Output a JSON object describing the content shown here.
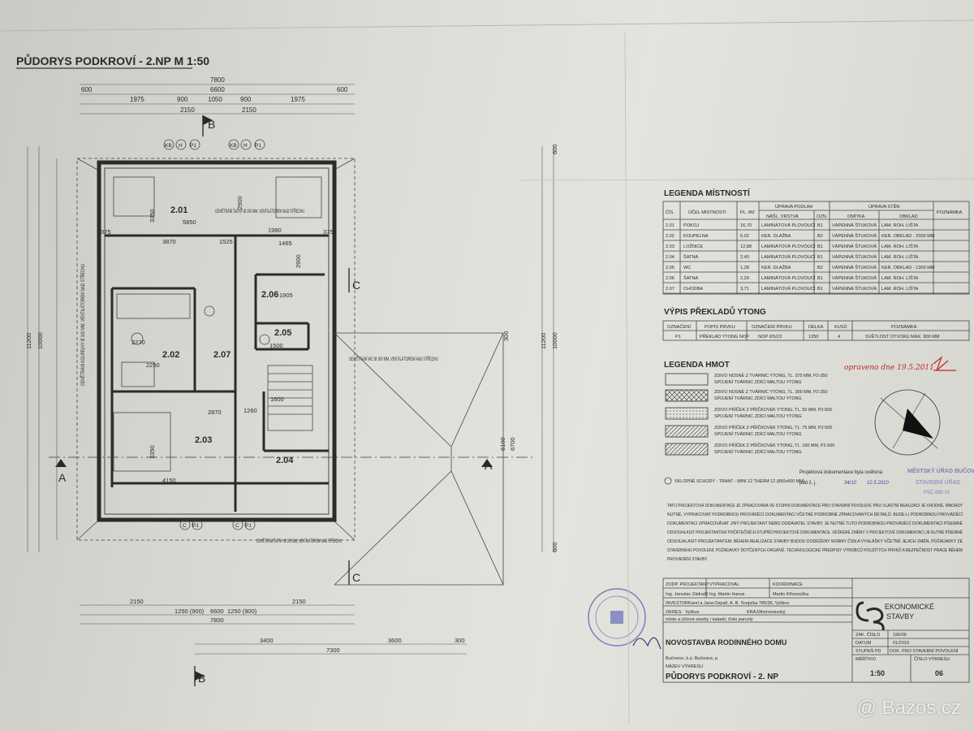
{
  "title": "PŮDORYS PODKROVÍ - 2.NP M 1:50",
  "rooms": [
    {
      "id": "2.01"
    },
    {
      "id": "2.02"
    },
    {
      "id": "2.03"
    },
    {
      "id": "2.04"
    },
    {
      "id": "2.05"
    },
    {
      "id": "2.06"
    },
    {
      "id": "2.07"
    }
  ],
  "section_marks": {
    "b": "B",
    "c": "C",
    "a": "A"
  },
  "top_dims": {
    "total": "7800",
    "inner": "6600",
    "left": "600",
    "right": "600",
    "row2": [
      "1975",
      "900",
      "1050",
      "900",
      "1975"
    ],
    "row3": [
      "2150",
      "2150"
    ]
  },
  "bottom_dims": {
    "row1": [
      "2150",
      "1250 (900)",
      "1250 (900)",
      "2150"
    ],
    "inner": "6600",
    "total": "7800",
    "row3": [
      "3400",
      "3600",
      "300"
    ],
    "ext": "7300"
  },
  "side_dims": {
    "left_a": "11200",
    "left_b": "10000",
    "right_a": "11200",
    "right_b": "10000",
    "right_c": "6100",
    "right_d": "6700",
    "r600a": "600",
    "r600b": "600",
    "r300": "300"
  },
  "inner_dims": [
    "3870",
    "1525",
    "1980",
    "1465",
    "5850",
    "375",
    "375",
    "2270",
    "2250",
    "2870",
    "4150",
    "1600",
    "1260",
    "1905",
    "1500",
    "3350",
    "3350",
    "2900",
    "2900"
  ],
  "window_tags": [
    "KB",
    "H",
    "P1",
    "KB",
    "H",
    "P1",
    "C",
    "P1",
    "C",
    "P1"
  ],
  "notes": {
    "sat_vent": "ODVĚTRÁNÍ ŠATNY Ø 100 MM, VENTILÁTOREM NAD STŘECHU",
    "wc_vent": "ODVĚTRÁNÍ WC Ø 100 MM, VENTILÁTOREM NAD STŘECHU",
    "bath_vent": "ODVĚTRÁNÍ KOUPELNY Ø 100 MM, VENTILÁTOREM NAD STŘECHU",
    "sat_vent2": "ODVĚTRÁNÍ ŠATNY Ø 100 MM, VENTILÁTOREM NAD STŘECHU"
  },
  "legend_rooms": {
    "heading": "LEGENDA MÍSTNOSTÍ",
    "h_no": "ČÍS.",
    "h_purpose": "ÚČEL MÍSTNOSTI",
    "h_area": "PL. M2",
    "h_floor": "ÚPRAVA PODLAH",
    "h_floor_a": "NÁŠL. VRSTVA",
    "h_floor_b": "OZN.",
    "h_wall": "ÚPRAVA STĚN",
    "h_wall_a": "OMÍTKA",
    "h_wall_b": "OBKLAD",
    "h_note": "POZNÁMKA",
    "rows": [
      [
        "2.01",
        "POKOJ",
        "16,70",
        "LAMINÁTOVÁ PLOVOUCÍ",
        "B1",
        "VÁPENNÁ ŠTUKOVÁ",
        "LAM. ROH. LIŠTA"
      ],
      [
        "2.02",
        "KOUPELNA",
        "6,02",
        "KER. DLAŽBA",
        "B2",
        "VÁPENNÁ ŠTUKOVÁ",
        "KER. OBKLAD - 2000 MM"
      ],
      [
        "2.03",
        "LOŽNICE",
        "12,88",
        "LAMINÁTOVÁ PLOVOUCÍ",
        "B1",
        "VÁPENNÁ ŠTUKOVÁ",
        "LAM. ROH. LIŠTA"
      ],
      [
        "2.04",
        "ŠATNA",
        "2,40",
        "LAMINÁTOVÁ PLOVOUCÍ",
        "B1",
        "VÁPENNÁ ŠTUKOVÁ",
        "LAM. ROH. LIŠTA"
      ],
      [
        "2.05",
        "WC",
        "1,28",
        "KER. DLAŽBA",
        "B2",
        "VÁPENNÁ ŠTUKOVÁ",
        "KER. OBKLAD - 1300 MM"
      ],
      [
        "2.06",
        "ŠATNA",
        "2,29",
        "LAMINÁTOVÁ PLOVOUCÍ",
        "B1",
        "VÁPENNÁ ŠTUKOVÁ",
        "LAM. ROH. LIŠTA"
      ],
      [
        "2.07",
        "CHODBA",
        "3,71",
        "LAMINÁTOVÁ PLOVOUCÍ",
        "B1",
        "VÁPENNÁ ŠTUKOVÁ",
        "LAM. ROH. LIŠTA"
      ]
    ]
  },
  "lintels": {
    "heading": "VÝPIS PŘEKLADŮ YTONG",
    "headers": [
      "OZNAČENÍ",
      "POPIS PRVKU",
      "OZNAČENÍ PRVKU",
      "DÉLKA",
      "KUSŮ",
      "POZNÁMKA"
    ],
    "row": [
      "P1",
      "PŘEKLAD YTONG NOP",
      "NOP II/5/23",
      "1250",
      "4",
      "SVĚTLOST OTVORU MAX. 900 MM"
    ]
  },
  "materials": {
    "heading": "LEGENDA HMOT",
    "items": [
      {
        "a": "ZDIVO NOSNÉ Z TVÁRNIC YTONG, TL. 375 MM, P2-350",
        "b": "SPOJENÍ TVÁRNIC ZDÍCÍ MALTOU YTONG"
      },
      {
        "a": "ZDIVO NOSNÉ Z TVÁRNIC YTONG, TL. 300 MM, P2-350",
        "b": "SPOJENÍ TVÁRNIC ZDÍCÍ MALTOU YTONG"
      },
      {
        "a": "ZDIVO PŘÍČEK Z PŘÍČKOVEK YTONG, TL. 50 MM, P2-500",
        "b": "SPOJENÍ TVÁRNIC ZDÍCÍ MALTOU YTONG"
      },
      {
        "a": "ZDIVO PŘÍČEK Z PŘÍČKOVEK YTONG, TL. 75 MM, P2-500",
        "b": "SPOJENÍ TVÁRNIC ZDÍCÍ MALTOU YTONG"
      },
      {
        "a": "ZDIVO PŘÍČEK Z PŘÍČKOVEK YTONG, TL. 100 MM, P2-500",
        "b": "SPOJENÍ TVÁRNIC ZDÍCÍ MALTOU YTONG"
      }
    ],
    "stairs": "SKLOPNÉ SCHODY - TRANT - MINI 12 THERM 12 (850x600 MM)"
  },
  "handwritten": "opraveno dne 19.5.2011",
  "verified": {
    "line1": "Projektová dokumentace byla ověřena",
    "line2": "pod č. j.",
    "jid": "34/10",
    "date": "12.5.2010"
  },
  "stamp_office": {
    "l1": "MĚSTSKÝ ÚŘAD BUČOVICE",
    "l2": "STAVEBNÍ ÚŘAD",
    "l3": "PSČ 685 01"
  },
  "disclaimer": [
    "TATO PROJEKTOVÁ DOKUMENTACE JE ZPRACOVÁNA VE STUPNI DOKUMENTACE PRO STAVEBNÍ POVOLENÍ. PRO VLASTNÍ REALIZACI JE VHODNÉ, MNOHDY",
    "NUTNÉ, VYPRACOVAT PODROBNOU PROVÁDĚCÍ DOKUMENTACI VČETNĚ PODROBNĚ ZPRACOVANÝCH DETAILŮ. BUDE-LI PODROBNOU PROVÁDĚCÍ",
    "DOKUMENTACI ZPRACOVÁVAT JINÝ PROJEKTANT NEBO DODAVATEL STAVBY, JE NUTNÉ TUTO PODROBNOU PROVÁDĚCÍ DOKUMENTACI PÍSEMNĚ",
    "ODSOUHLASIT PROJEKTANTEM POČÁTEČNÍCH STUPŇŮ PROJEKTOVÉ DOKUMENTACE. VEŠKERÉ ZMĚNY V PROJEKTOVÉ DOKUMENTACI JE NUTNÉ PÍSEMNĚ",
    "ODSOUHLASIT PROJEKTANTEM. BĚHEM REALIZACE STAVBY BUDOU DODRŽENY NORMY ČSN A VYHLÁŠKY VČETNĚ JEJICH ZMĚN, POŽADAVKY ZE",
    "STAVEBNÍHO POVOLENÍ, POŽADAVKY DOTČENÝCH ORGÁNŮ, TECHNOLOGICKÉ PŘEDPISY VÝROBCŮ POUŽITÝCH PRVKŮ A BEZPEČNOST PRÁCE BĚHEM",
    "PROVÁDĚNÍ STAVBY."
  ],
  "title_block": {
    "zodp": "ZODP. PROJEKTANT",
    "zodp_v": "Ing. Jaroslav Zádražil",
    "vypr": "VYPRACOVAL",
    "vypr_v": "Ing. Martin Hanus",
    "koord": "KOORDINACE",
    "koord_v": "Martin Křivonožka",
    "investor_l": "INVESTOR:",
    "investor_v": "Karel a Jana Ospalí, A. B. Svojsíka 785/36, Vyškov",
    "okres_l": "OKRES:",
    "okres_v": "Vyškov",
    "kraj_l": "KRAJ:",
    "kraj_v": "Jihomoravský",
    "place_l": "místo a účinné stavby / katastr, číslo parcely",
    "project": "NOVOSTAVBA RODINNÉHO DOMU",
    "place_v": "Bučovice, k.ú. Bučovice, p",
    "nazev_l": "NÁZEV VÝKRESU",
    "drawing": "PŮDORYS PODKROVÍ - 2. NP",
    "zak_l": "ZAK. ČÍSLO",
    "zak_v": "196/09",
    "datum_l": "DATUM",
    "datum_v": "01/2010",
    "stupen_l": "STUPEŇ PD",
    "stupen_v": "DOK. PRO STAVEBNÍ POVOLENÍ",
    "meritko_l": "MĚŘÍTKO",
    "cislo_l": "ČÍSLO VÝKRESU",
    "scale": "1:50",
    "number": "06"
  },
  "company": {
    "l1": "EKONOMICKÉ",
    "l2": "STAVBY"
  },
  "watermark": "@ Bazos.cz",
  "colors": {
    "ink": "#2a2a2a",
    "paper": "#e0e0da",
    "stamp": "#7a7fb8",
    "pen": "#c0282a"
  }
}
